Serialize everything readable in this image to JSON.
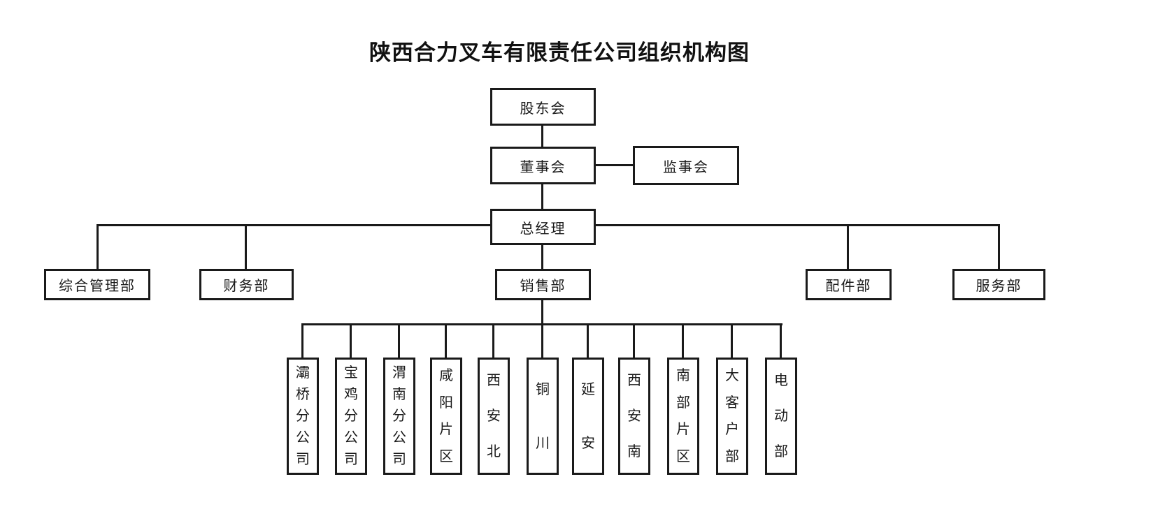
{
  "title": "陕西合力叉车有限责任公司组织机构图",
  "nodes": {
    "shareholders": {
      "label": "股东会"
    },
    "board": {
      "label": "董事会"
    },
    "supervisory": {
      "label": "监事会"
    },
    "general_manager": {
      "label": "总经理"
    }
  },
  "departments": [
    {
      "label": "综合管理部"
    },
    {
      "label": "财务部"
    },
    {
      "label": "销售部"
    },
    {
      "label": "配件部"
    },
    {
      "label": "服务部"
    }
  ],
  "branches": [
    {
      "label": "灞桥分公司"
    },
    {
      "label": "宝鸡分公司"
    },
    {
      "label": "渭南分公司"
    },
    {
      "label": "咸阳片区"
    },
    {
      "label": "西安北"
    },
    {
      "label": "铜川"
    },
    {
      "label": "延安"
    },
    {
      "label": "西安南"
    },
    {
      "label": "南部片区"
    },
    {
      "label": "大客户部"
    },
    {
      "label": "电动部"
    }
  ],
  "colors": {
    "line": "#1a1a1a",
    "background": "#ffffff"
  }
}
